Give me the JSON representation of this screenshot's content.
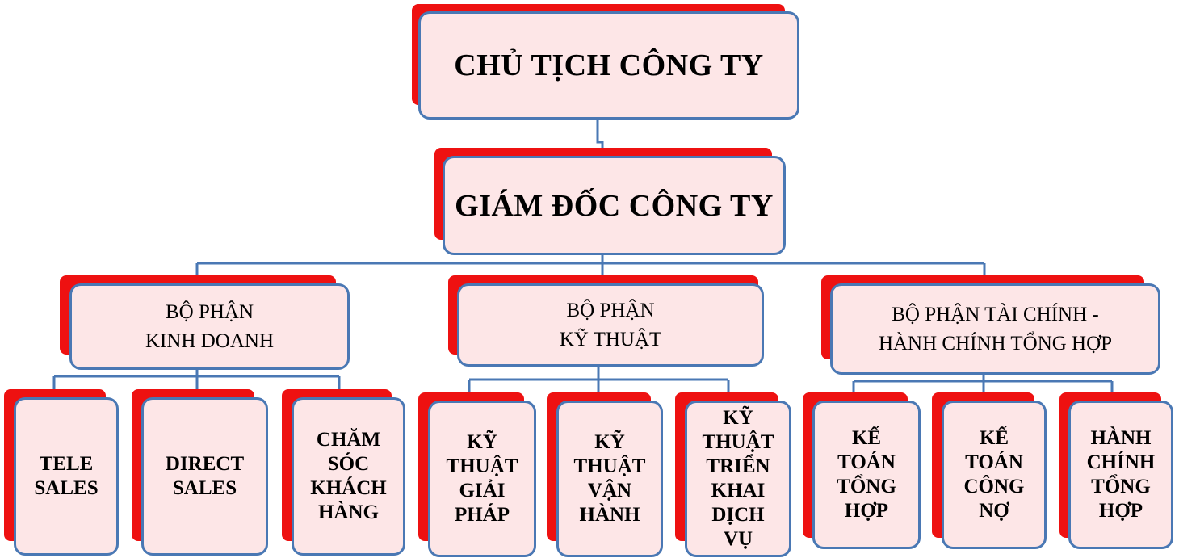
{
  "colors": {
    "box_fill": "#fde6e7",
    "box_border": "#4a78b4",
    "shadow": "#ee1111",
    "connector": "#4a78b4"
  },
  "top": {
    "label": "CHỦ TỊCH CÔNG TY"
  },
  "director": {
    "label": "GIÁM ĐỐC CÔNG TY"
  },
  "departments": [
    {
      "label": "BỘ PHẬN\nKINH DOANH",
      "children": [
        {
          "label": "TELE\nSALES"
        },
        {
          "label": "DIRECT\nSALES"
        },
        {
          "label": "CHĂM\nSÓC\nKHÁCH\nHÀNG"
        }
      ]
    },
    {
      "label": "BỘ PHẬN\nKỸ THUẬT",
      "children": [
        {
          "label": "KỸ\nTHUẬT\nGIẢI\nPHÁP"
        },
        {
          "label": "KỸ\nTHUẬT\nVẬN\nHÀNH"
        },
        {
          "label": "KỸ\nTHUẬT\nTRIỂN\nKHAI\nDỊCH\nVỤ"
        }
      ]
    },
    {
      "label": "BỘ PHẬN TÀI CHÍNH -\nHÀNH CHÍNH TỔNG HỢP",
      "children": [
        {
          "label": "KẾ\nTOÁN\nTỔNG\nHỢP"
        },
        {
          "label": "KẾ\nTOÁN\nCÔNG\nNỢ"
        },
        {
          "label": "HÀNH\nCHÍNH\nTỔNG\nHỢP"
        }
      ]
    }
  ]
}
